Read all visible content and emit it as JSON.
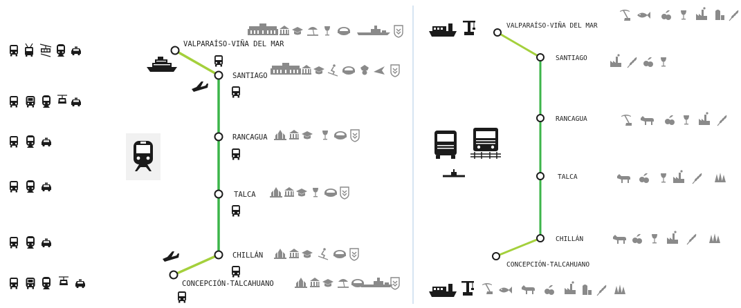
{
  "panels": {
    "left": {
      "stations": [
        {
          "id": "valparaiso",
          "label": "VALPARAÍSO-VIÑA DEL MAR"
        },
        {
          "id": "santiago",
          "label": "SANTIAGO"
        },
        {
          "id": "rancagua",
          "label": "RANCAGUA"
        },
        {
          "id": "talca",
          "label": "TALCA"
        },
        {
          "id": "chillan",
          "label": "CHILLÁN"
        },
        {
          "id": "concepcion",
          "label": "CONCEPCIÓN-TALCAHUANO"
        }
      ],
      "transport_icons_per_row": [
        [
          "bus-icon",
          "trolleybus-icon",
          "cable-car-icon",
          "metro-icon",
          "taxi-icon"
        ],
        [
          "bus-icon",
          "tram-icon",
          "metro-icon",
          "gondola-icon",
          "taxi-icon"
        ],
        [
          "bus-icon",
          "metro-icon",
          "taxi-icon"
        ],
        [
          "bus-icon",
          "metro-icon",
          "taxi-icon"
        ],
        [
          "bus-icon",
          "metro-icon",
          "taxi-icon"
        ],
        [
          "bus-icon",
          "tram-icon",
          "metro-icon",
          "gondola-icon",
          "taxi-icon"
        ]
      ],
      "station_attraction_icons": {
        "valparaiso": [
          "palace-icon",
          "museum-icon",
          "university-icon",
          "beach-icon",
          "wine-icon",
          "stadium-icon",
          "navy-ship-icon",
          "army-badge-icon"
        ],
        "santiago": [
          "palace-icon",
          "museum-icon",
          "university-icon",
          "ski-icon",
          "stadium-icon",
          "police-icon",
          "air-force-icon",
          "army-badge-icon"
        ],
        "rancagua": [
          "cathedral-icon",
          "museum-icon",
          "university-icon",
          "wine-icon",
          "stadium-icon",
          "army-badge-icon"
        ],
        "talca": [
          "cathedral-icon",
          "museum-icon",
          "university-icon",
          "wine-icon",
          "stadium-icon",
          "army-badge-icon"
        ],
        "chillan": [
          "cathedral-icon",
          "museum-icon",
          "university-icon",
          "ski-icon",
          "stadium-icon",
          "army-badge-icon"
        ],
        "concepcion": [
          "cathedral-icon",
          "museum-icon",
          "university-icon",
          "beach-icon",
          "stadium-icon",
          "navy-ship-icon",
          "army-badge-icon"
        ]
      }
    },
    "right": {
      "stations": [
        {
          "id": "valparaiso",
          "label": "VALPARAÍSO-VIÑA DEL MAR"
        },
        {
          "id": "santiago",
          "label": "SANTIAGO"
        },
        {
          "id": "rancagua",
          "label": "RANCAGUA"
        },
        {
          "id": "talca",
          "label": "TALCA"
        },
        {
          "id": "chillan",
          "label": "CHILLÁN"
        },
        {
          "id": "concepcion",
          "label": "CONCEPCIÓN-TALCAHUANO"
        }
      ],
      "station_industry_icons": {
        "valparaiso": [
          "mining-icon",
          "fish-icon",
          "fruit-icon",
          "wine-icon",
          "factory-icon",
          "silo-icon",
          "wheat-icon"
        ],
        "santiago": [
          "factory-icon",
          "wheat-icon",
          "fruit-icon",
          "wine-icon"
        ],
        "rancagua": [
          "mining-icon",
          "cattle-icon",
          "fruit-icon",
          "wine-icon",
          "factory-icon",
          "wheat-icon"
        ],
        "talca": [
          "cattle-icon",
          "fruit-icon",
          "wine-icon",
          "factory-icon",
          "wheat-icon",
          "forest-icon"
        ],
        "chillan": [
          "cattle-icon",
          "fruit-icon",
          "wine-icon",
          "factory-icon",
          "wheat-icon",
          "forest-icon"
        ]
      },
      "bottom_row_icons": [
        "cargo-ship-icon",
        "port-crane-icon",
        "mining-icon",
        "fish-icon",
        "cattle-icon",
        "fruit-icon",
        "factory-icon",
        "silo-icon",
        "wheat-icon",
        "forest-icon"
      ]
    }
  },
  "colors": {
    "main_line": "#3cb54a",
    "branch_line": "#a4d03c",
    "node_fill": "#ffffff",
    "node_stroke": "#1b1b1b",
    "divider": "#bcd3ea",
    "icon_dark": "#1b1b1b",
    "icon_gray": "#8a8a8a"
  }
}
